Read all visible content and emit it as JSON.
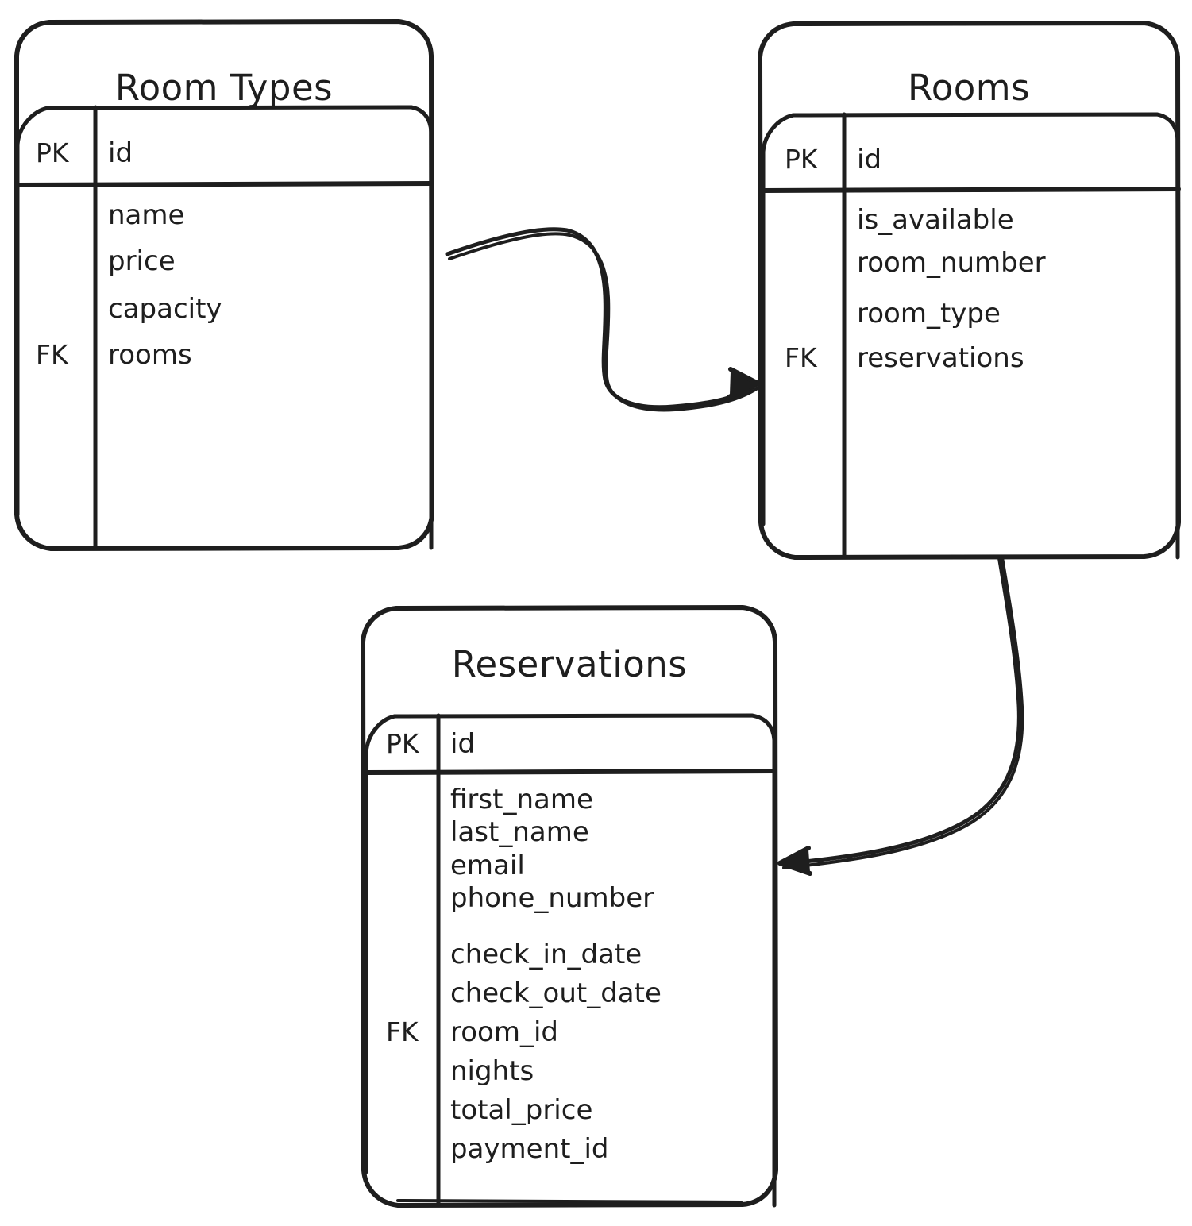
{
  "diagram": {
    "type": "entity-relationship-diagram",
    "style": "hand-drawn-sketch",
    "background_color": "#ffffff",
    "stroke_color": "#1e1e1e",
    "entities": [
      {
        "id": "room-types",
        "title": "Room Types",
        "pk_label": "PK",
        "fk_label": "FK",
        "pk_field": "id",
        "fields": [
          "name",
          "price",
          "capacity",
          "rooms"
        ],
        "fk_field": "rooms"
      },
      {
        "id": "rooms",
        "title": "Rooms",
        "pk_label": "PK",
        "fk_label": "FK",
        "pk_field": "id",
        "fields": [
          "is_available",
          "room_number",
          "room_type",
          "reservations"
        ],
        "fk_field": "reservations"
      },
      {
        "id": "reservations",
        "title": "Reservations",
        "pk_label": "PK",
        "fk_label": "FK",
        "pk_field": "id",
        "fields": [
          "first_name",
          "last_name",
          "email",
          "phone_number",
          "check_in_date",
          "check_out_date",
          "room_id",
          "nights",
          "total_price",
          "payment_id"
        ],
        "fk_field": "room_id"
      }
    ],
    "relationships": [
      {
        "id": "rel-roomtypes-rooms",
        "from": "room-types",
        "to": "rooms",
        "arrowhead": "end"
      },
      {
        "id": "rel-rooms-reservations",
        "from": "rooms",
        "to": "reservations",
        "arrowhead": "end"
      }
    ]
  }
}
